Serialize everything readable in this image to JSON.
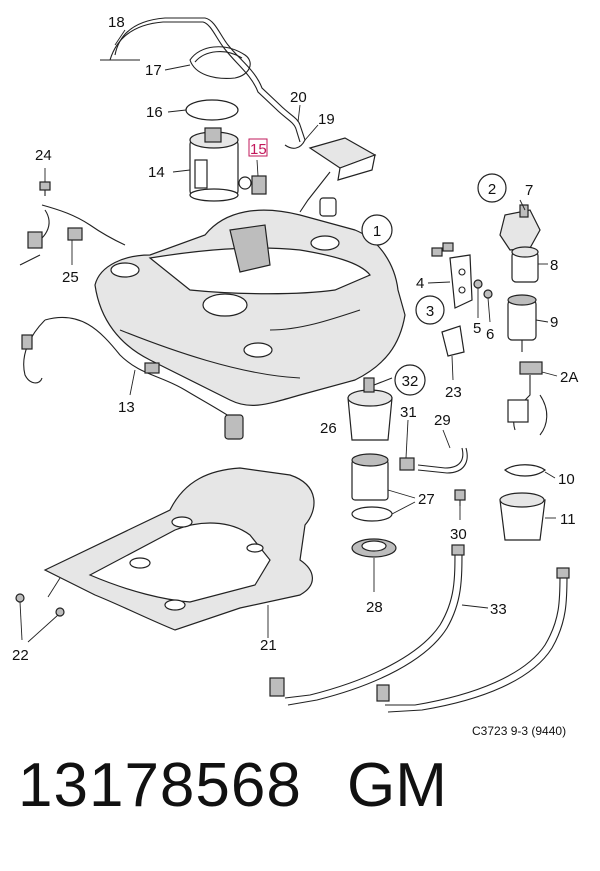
{
  "labels": {
    "l18": "18",
    "l17": "17",
    "l16": "16",
    "l20": "20",
    "l19": "19",
    "l15": "15",
    "l14": "14",
    "l24": "24",
    "l25": "25",
    "l13": "13",
    "l1": "1",
    "l2": "2",
    "l7": "7",
    "l8": "8",
    "l4": "4",
    "l3": "3",
    "l5": "5",
    "l6": "6",
    "l9": "9",
    "l23": "23",
    "l32": "32",
    "l2A": "2A",
    "l31": "31",
    "l29": "29",
    "l26": "26",
    "l10": "10",
    "l27": "27",
    "l30": "30",
    "l11": "11",
    "l28": "28",
    "l33": "33",
    "l21": "21",
    "l22": "22"
  },
  "highlight_color": "#c2185b",
  "ref_code": "C3723 9-3 (9440)",
  "part_number": "13178568",
  "manufacturer": "GM"
}
